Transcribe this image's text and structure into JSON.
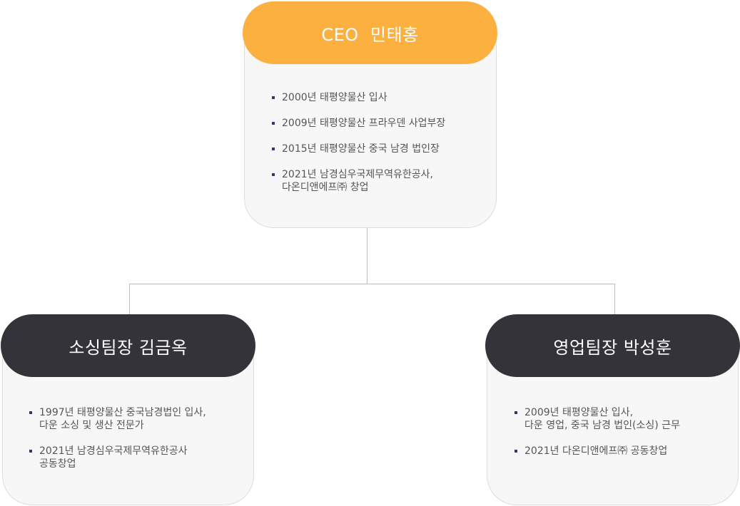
{
  "ceo": {
    "title": "CEO  민태홍",
    "items": [
      [
        "2000년 태평양물산 입사"
      ],
      [
        "2009년 태평양물산 프라우덴 사업부장"
      ],
      [
        "2015년 태평양물산 중국 남경 법인장"
      ],
      [
        "2021년 남경심우국제무역유한공사,",
        "다온디앤에프㈜ 창업"
      ]
    ]
  },
  "sourcing": {
    "title": "소싱팀장 김금옥",
    "items": [
      [
        "1997년 태평양물산 중국남경법인 입사,",
        "다운 소싱 및 생산 전문가"
      ],
      [
        "2021년 남경심우국제무역유한공사",
        "공동창업"
      ]
    ]
  },
  "sales": {
    "title": "영업팀장 박성훈",
    "items": [
      [
        "2009년 태평양물산 입사,",
        "다운 영업, 중국 남경 법인(소싱) 근무"
      ],
      [
        "2021년 다온디앤에프㈜ 공동창업"
      ]
    ]
  },
  "colors": {
    "accent": "#fbb040",
    "dark": "#343339",
    "bullet": "#2b3a6b"
  }
}
